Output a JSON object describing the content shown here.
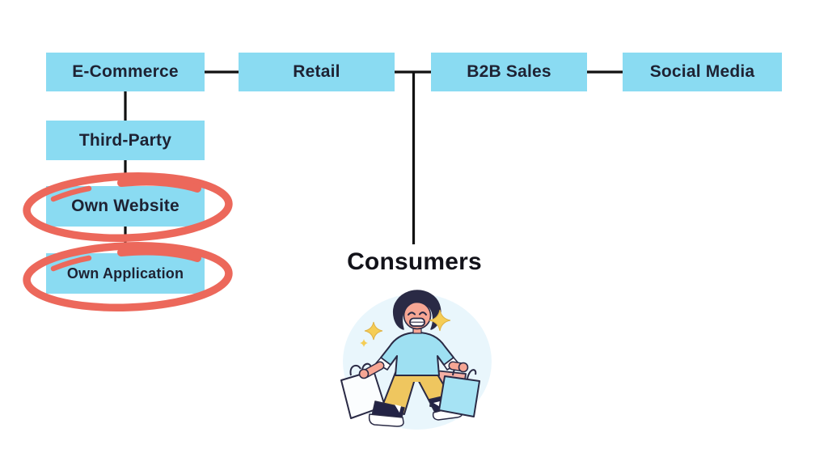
{
  "diagram": {
    "top_row": [
      {
        "id": "ecommerce",
        "label": "E-Commerce"
      },
      {
        "id": "retail",
        "label": "Retail"
      },
      {
        "id": "b2b-sales",
        "label": "B2B Sales"
      },
      {
        "id": "social-media",
        "label": "Social Media"
      }
    ],
    "ecommerce_children": [
      {
        "id": "third-party",
        "label": "Third-Party",
        "circled": false
      },
      {
        "id": "own-website",
        "label": "Own Website",
        "circled": true
      },
      {
        "id": "own-application",
        "label": "Own Application",
        "circled": true
      }
    ],
    "consumers_label": "Consumers",
    "colors": {
      "node_fill": "#8ADBF2",
      "node_text": "#1E2233",
      "connector": "#111111",
      "highlight_circle": "#EC685B",
      "sparkle": "#F5CD55",
      "shirt": "#9EE0F2",
      "pants": "#EFC65F",
      "hair": "#2A2A45",
      "skin": "#F6A694",
      "bag_front": "#A6E3F4",
      "bag_back": "#F4AFA4",
      "glow": "#E9F6FC"
    },
    "illustration_name": "girl-with-shopping-bags"
  }
}
